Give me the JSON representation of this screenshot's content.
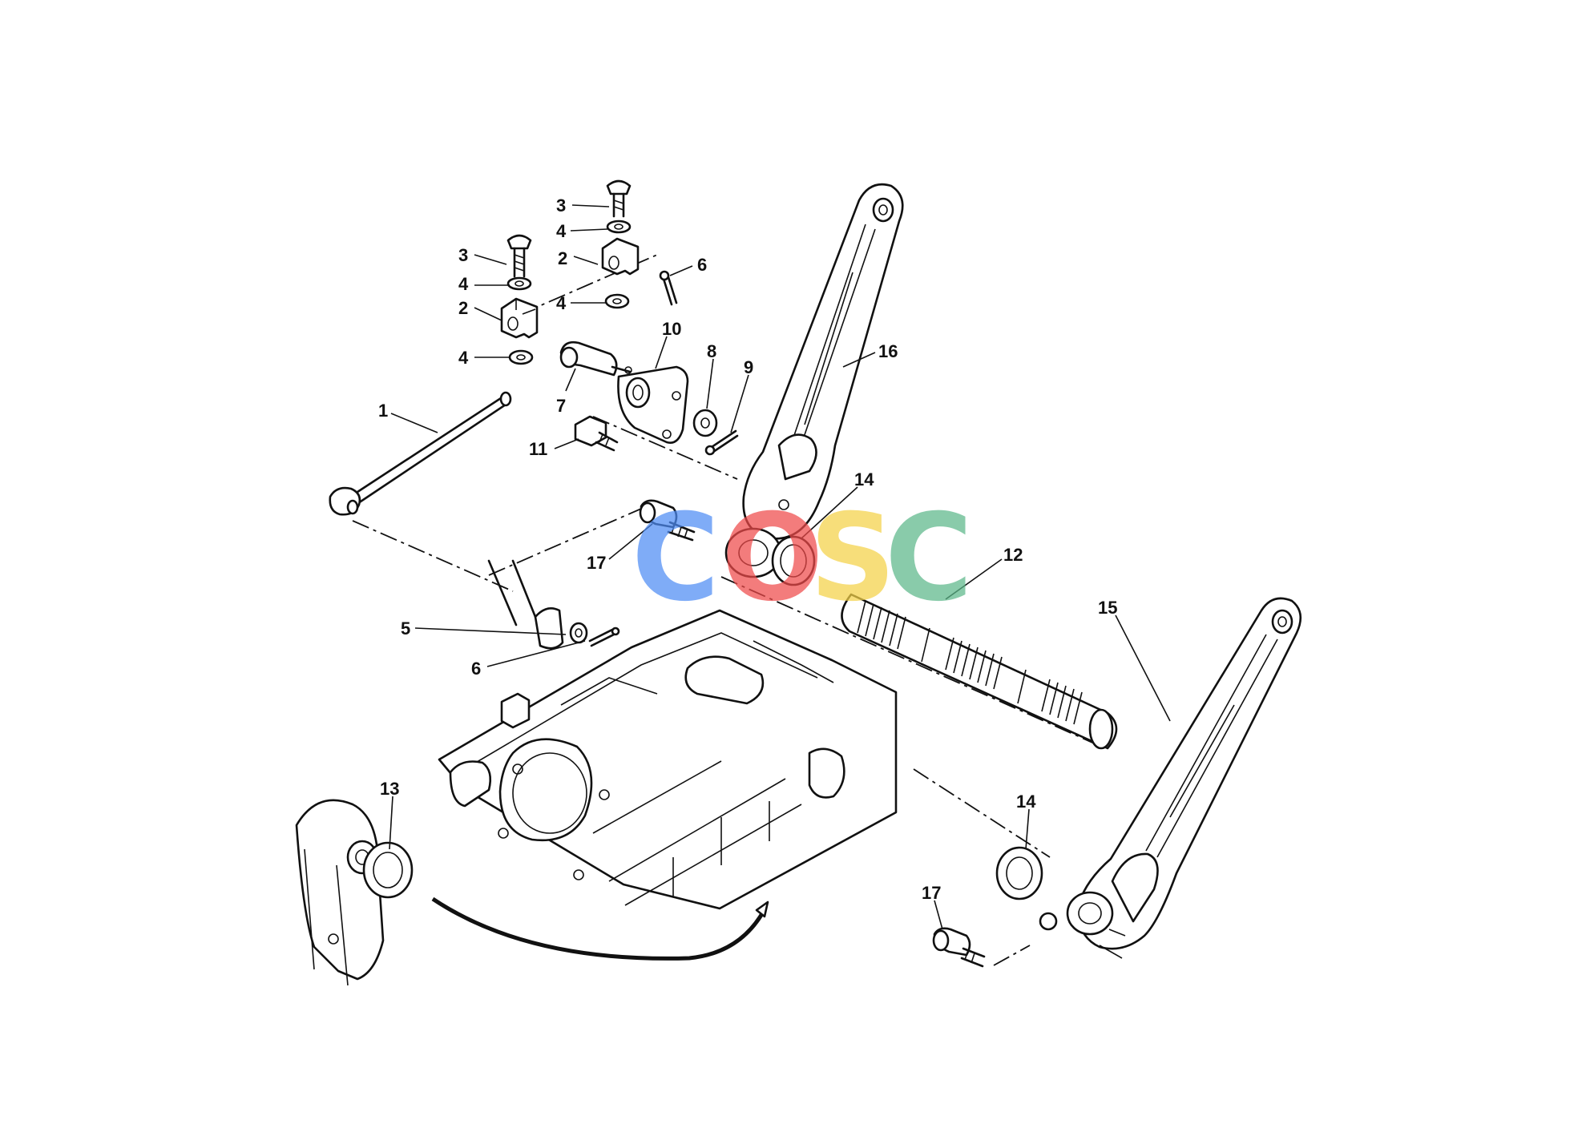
{
  "callouts": {
    "c1": "1",
    "c2a": "2",
    "c2b": "2",
    "c3a": "3",
    "c3b": "3",
    "c4a": "4",
    "c4b": "4",
    "c4c": "4",
    "c4d": "4",
    "c5": "5",
    "c6a": "6",
    "c6b": "6",
    "c7": "7",
    "c8": "8",
    "c9": "9",
    "c10": "10",
    "c11": "11",
    "c12": "12",
    "c13": "13",
    "c14a": "14",
    "c14b": "14",
    "c15": "15",
    "c16": "16",
    "c17a": "17",
    "c17b": "17"
  },
  "watermark": {
    "letters": [
      "C",
      "O",
      "S",
      "C"
    ],
    "colors": [
      "#4f8df5",
      "#ef4a4a",
      "#f5d248",
      "#5cb88a"
    ]
  }
}
